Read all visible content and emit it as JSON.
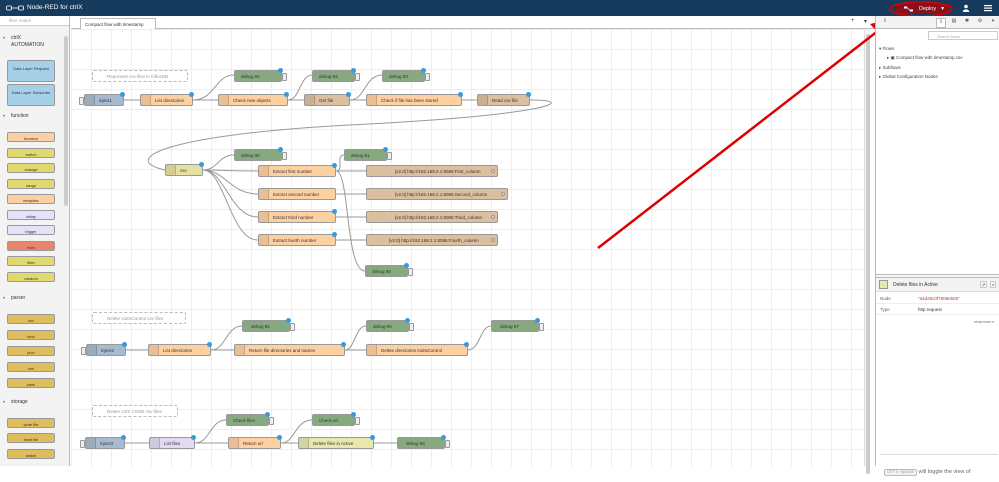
{
  "header": {
    "title": "Node-RED for ctrlX",
    "deploy_label": "Deploy"
  },
  "palette": {
    "filter_placeholder": "filter nodes",
    "categories": [
      {
        "label": "ctrlX AUTOMATION",
        "nodes": [
          "Data Layer Request",
          "Data Layer Subscribe"
        ]
      },
      {
        "label": "function",
        "nodes": [
          "function",
          "switch",
          "change",
          "range",
          "template",
          "delay",
          "trigger",
          "exec",
          "filter",
          "random"
        ]
      },
      {
        "label": "parser",
        "nodes": [
          "csv",
          "html",
          "json",
          "xml",
          "yaml"
        ]
      },
      {
        "label": "storage",
        "nodes": [
          "write file",
          "read file",
          "watch"
        ]
      }
    ]
  },
  "workspace": {
    "tab_label": "Compact flow with timestamp",
    "add_tab": "+",
    "tab_menu": "▾"
  },
  "flow": {
    "comments": [
      "Represent csv files in InfluxDB",
      "Delete IndraControl csv files",
      "Delete ctrlX CORE csv files"
    ],
    "nodes": {
      "inject1": "inject1",
      "list_directories": "List directories",
      "check_new_objects": "Check new objects",
      "get_file": "Get file",
      "check_stored": "Check if file has been stored",
      "read_csv": "Read csv file",
      "debug92": "debug 92",
      "debug94": "debug 94",
      "debug93": "debug 93",
      "csv": "csv",
      "debug90": "debug 90",
      "debug91": "debug 91",
      "extract1": "Extract first number",
      "extract2": "Extract second number",
      "extract3": "Extract third number",
      "extract4": "Extract fourth number",
      "influx1": "[v2.0] http://192.168.2.1:8086:First_column",
      "influx2": "[v2.0] http://192.168.2.1:8086:Second_column",
      "influx3": "[v2.0] http://192.168.2.1:8086:Third_column",
      "influx4": "[v2.0] http://192.168.2.1:8086:Fourth_column",
      "debug89": "debug 89",
      "inject2": "inject2",
      "list_directories2": "List directories",
      "return_names": "Return file directories and names",
      "delete_indra": "Delete directories IndraControl",
      "debug95": "debug 95",
      "debug96": "debug 96",
      "debug97": "debug 97",
      "inject3": "inject3",
      "list_files": "List files",
      "return_url": "Return url",
      "delete_active": "Delete files in Active",
      "check_files": "Check files",
      "check_url": "Check url",
      "debug98": "debug 98"
    }
  },
  "sidebar": {
    "search_placeholder": "Search flows",
    "tree": {
      "flows": "Flows",
      "flow_item": "Compact flow with timestamp.csv",
      "subflows": "Subflows",
      "global": "Global Configuration Nodes"
    },
    "info": {
      "title": "Delete files in Active",
      "rows": [
        {
          "key": "Node",
          "value": "\"a4d25c0f7808e506\""
        },
        {
          "key": "Type",
          "value": "http request"
        }
      ],
      "show_more": "show more ▾"
    },
    "tip": {
      "key": "ctrl-space",
      "text": "will toggle the view of"
    }
  }
}
